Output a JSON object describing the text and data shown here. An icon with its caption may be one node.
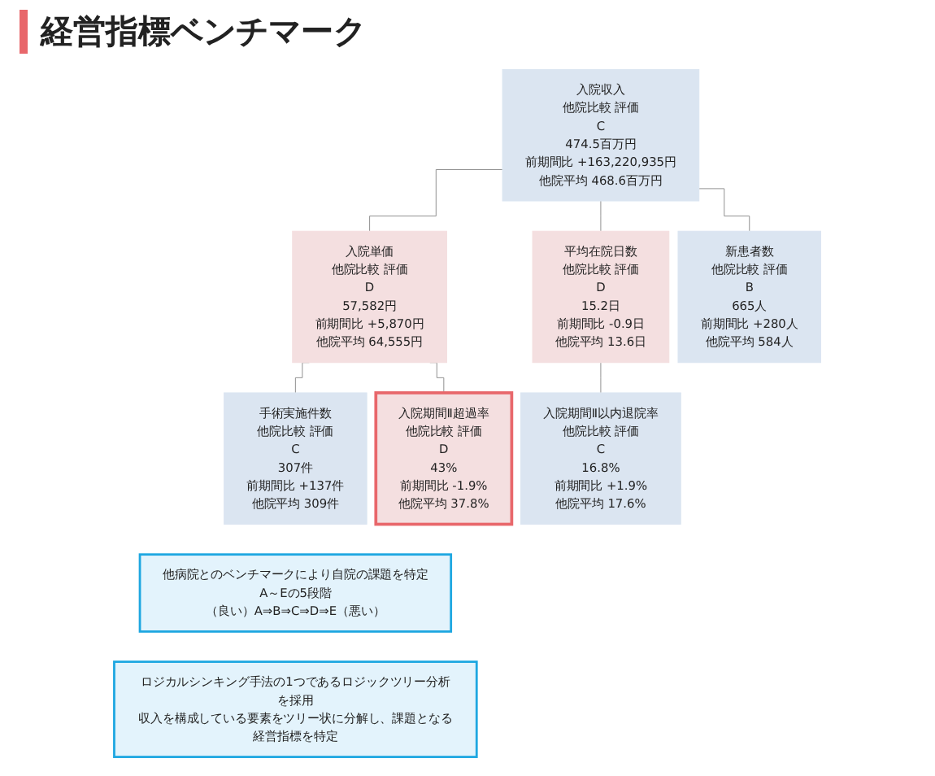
{
  "diagram": {
    "title": "経営指標ベンチマーク",
    "nodes": [
      {
        "text": [
          "入院収入",
          "他院比較 評価",
          "C",
          "474.5百万円",
          "前期間比 +163,220,935円",
          "他院平均 468.6百万円"
        ]
      },
      {
        "text": [
          "入院単価",
          "他院比較 評価",
          "D",
          "57,582円",
          "前期間比 +5,870円",
          "他院平均 64,555円"
        ]
      },
      {
        "text": [
          "手術実施件数",
          "他院比較 評価",
          "C",
          "307件",
          "前期間比 +137件",
          "他院平均 309件"
        ]
      },
      {
        "text": [
          "他病院とのベンチマークにより自院の課題を特定",
          "A～Eの5段階",
          "（良い）A⇒B⇒C⇒D⇒E（悪い）"
        ]
      },
      {
        "text": [
          "入院期間Ⅱ超過率",
          "他院比較 評価",
          "D",
          "43%",
          "前期間比 -1.9%",
          "他院平均 37.8%"
        ]
      },
      {
        "text": [
          "平均在院日数",
          "他院比較 評価",
          "D",
          "15.2日",
          "前期間比 -0.9日",
          "他院平均 13.6日"
        ]
      },
      {
        "text": [
          "入院期間Ⅱ以内退院率",
          "他院比較 評価",
          "C",
          "16.8%",
          "前期間比 +1.9%",
          "他院平均 17.6%"
        ]
      },
      {
        "text": [
          "新患者数",
          "他院比較 評価",
          "B",
          "665人",
          "前期間比 +280人",
          "他院平均 584人"
        ]
      },
      {
        "text": [
          "ロジカルシンキング手法の1つであるロジックツリー分析を採用",
          "収入を構成している要素をツリー状に分解し、課題となる経営指標を特定"
        ]
      }
    ],
    "edges": [
      {
        "from": 0,
        "to": 1,
        "arrow": "none"
      },
      {
        "from": 1,
        "to": 2,
        "arrow": "none"
      },
      {
        "from": 1,
        "to": 4,
        "arrow": "none"
      },
      {
        "from": 0,
        "to": 5,
        "arrow": "none"
      },
      {
        "from": 5,
        "to": 6,
        "arrow": "none"
      },
      {
        "from": 0,
        "to": 7,
        "arrow": "none"
      }
    ]
  }
}
